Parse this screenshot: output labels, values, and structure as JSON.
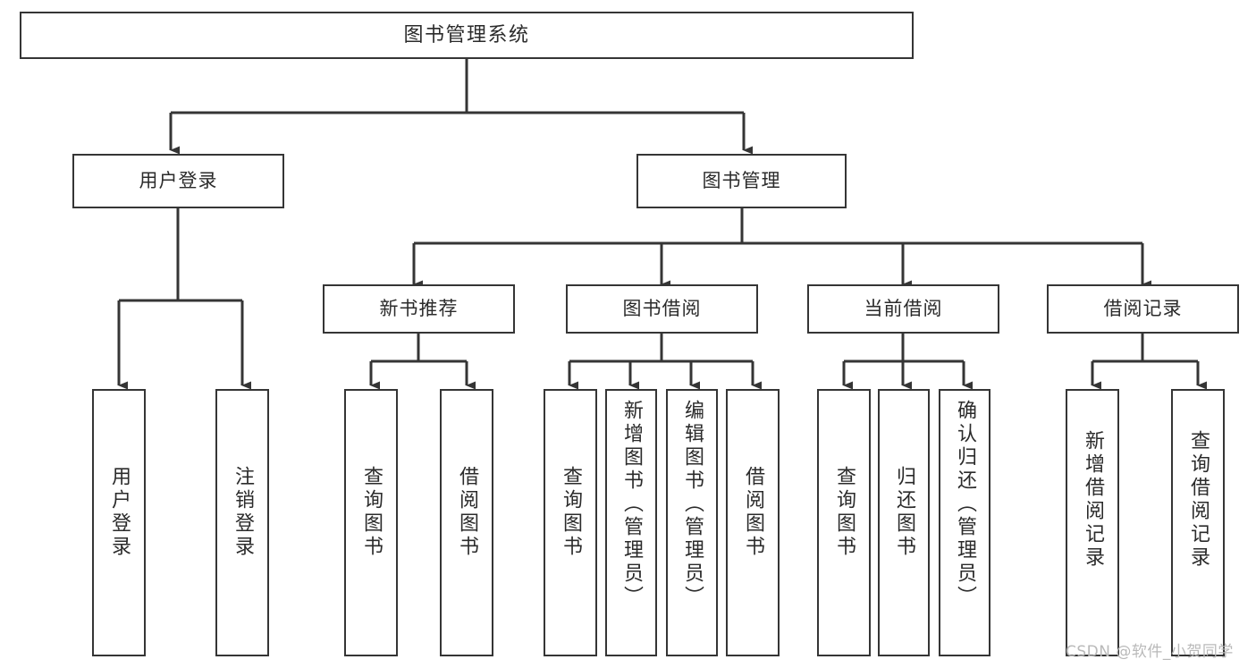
{
  "diagram": {
    "title": "图书管理系统",
    "type": "tree-hierarchy-chart",
    "root": {
      "id": "root",
      "label": "图书管理系统"
    },
    "level1": [
      {
        "id": "user-login",
        "label": "用户登录"
      },
      {
        "id": "book-management",
        "label": "图书管理"
      }
    ],
    "level2": [
      {
        "id": "new-book-recommend",
        "label": "新书推荐",
        "parent": "book-management"
      },
      {
        "id": "book-borrow",
        "label": "图书借阅",
        "parent": "book-management"
      },
      {
        "id": "current-borrow",
        "label": "当前借阅",
        "parent": "book-management"
      },
      {
        "id": "borrow-record",
        "label": "借阅记录",
        "parent": "book-management"
      }
    ],
    "leaves": {
      "user_login": [
        {
          "id": "leaf-user-login",
          "label": "用户登录"
        },
        {
          "id": "leaf-logout",
          "label": "注销登录"
        }
      ],
      "new_book_recommend": [
        {
          "id": "leaf-query-book-1",
          "label": "查询图书"
        },
        {
          "id": "leaf-borrow-book-1",
          "label": "借阅图书"
        }
      ],
      "book_borrow": [
        {
          "id": "leaf-query-book-2",
          "label": "查询图书"
        },
        {
          "id": "leaf-add-book",
          "label": "新增图书（管理员）"
        },
        {
          "id": "leaf-edit-book",
          "label": "编辑图书（管理员）"
        },
        {
          "id": "leaf-borrow-book-2",
          "label": "借阅图书"
        }
      ],
      "current_borrow": [
        {
          "id": "leaf-query-book-3",
          "label": "查询图书"
        },
        {
          "id": "leaf-return-book",
          "label": "归还图书"
        },
        {
          "id": "leaf-confirm-return",
          "label": "确认归还（管理员）"
        }
      ],
      "borrow_record": [
        {
          "id": "leaf-add-record",
          "label": "新增借阅记录"
        },
        {
          "id": "leaf-query-record",
          "label": "查询借阅记录"
        }
      ]
    }
  },
  "watermark": {
    "text": "CSDN @软件_小贺同学"
  },
  "colors": {
    "stroke": "#353535",
    "text": "#2b2b2b",
    "background": "#ffffff",
    "watermark": "#b9b9b9"
  }
}
